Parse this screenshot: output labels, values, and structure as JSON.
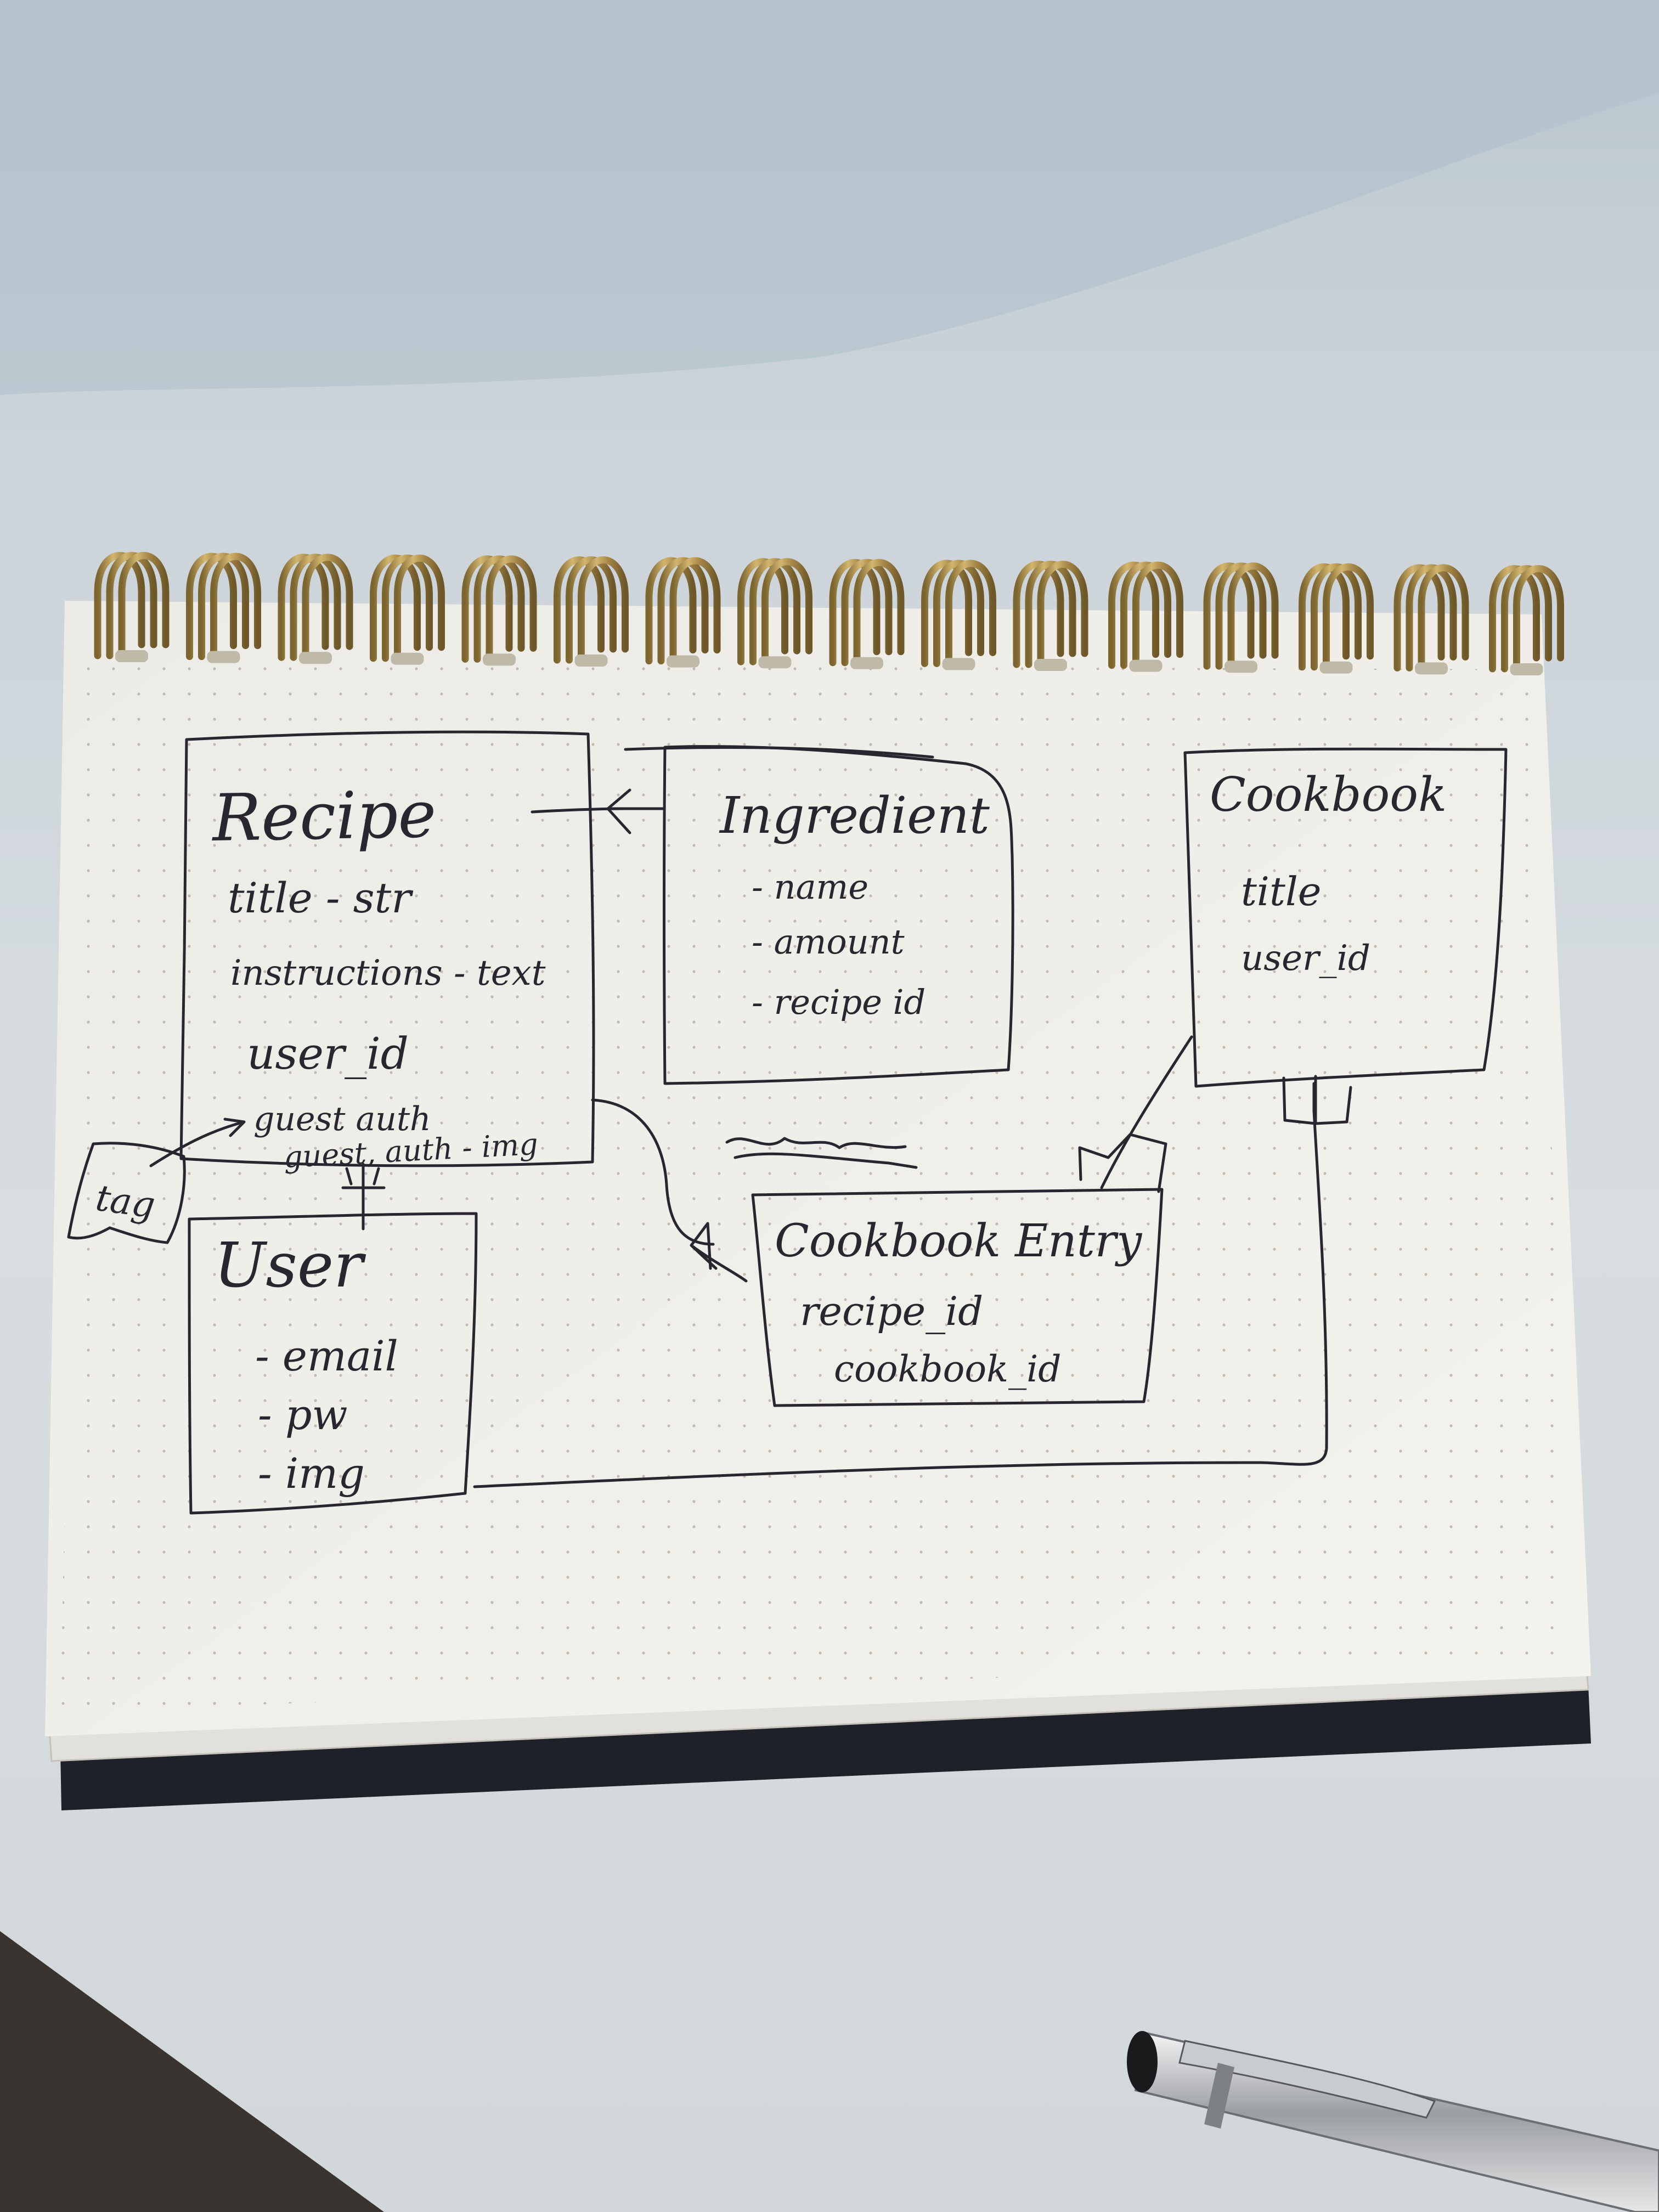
{
  "diagram": {
    "entities": {
      "recipe": {
        "title": "Recipe",
        "fields": [
          "title - str",
          "instructions - text",
          "user_id",
          "guest auth",
          "guest, auth - img"
        ]
      },
      "ingredient": {
        "title": "Ingredient",
        "fields": [
          "- name",
          "- amount",
          "- recipe id"
        ]
      },
      "cookbook": {
        "title": "Cookbook",
        "fields": [
          "title",
          "user_id"
        ]
      },
      "user": {
        "title": "User",
        "fields": [
          "- email",
          "- pw",
          "- img"
        ]
      },
      "cookbook_entry": {
        "title": "Cookbook Entry",
        "fields": [
          "recipe_id",
          "cookbook_id"
        ]
      }
    },
    "tag_label": "tag"
  },
  "colors": {
    "ink": "#2a2630",
    "paper": "#f1efe8",
    "desk": "#d3d9dd",
    "cover": "#1e2228",
    "brass": "#b39550"
  }
}
